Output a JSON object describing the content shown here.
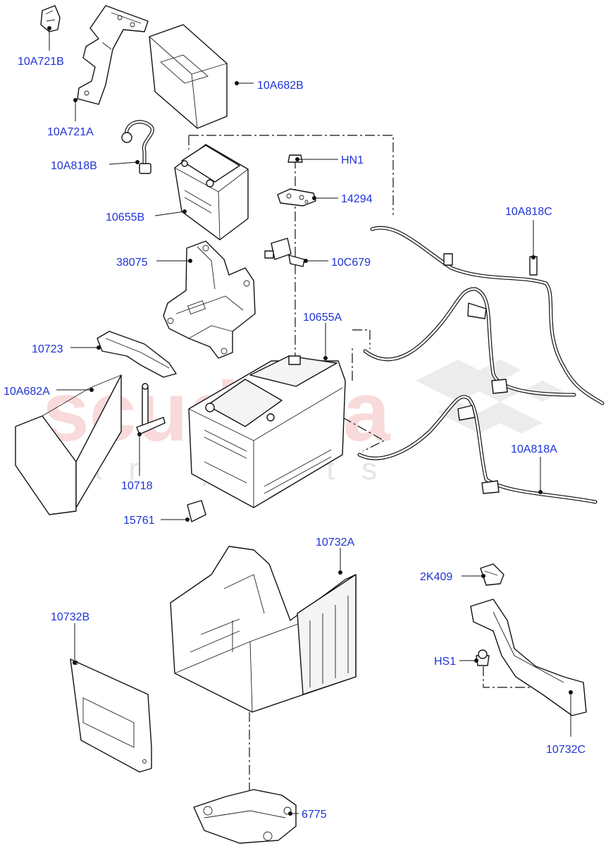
{
  "watermark": {
    "brand": "scuderia",
    "sub": "car parts"
  },
  "labels": {
    "p10A721B": "10A721B",
    "p10A721A": "10A721A",
    "p10A682B": "10A682B",
    "p10A818B": "10A818B",
    "pHN1": "HN1",
    "p14294": "14294",
    "p10655B": "10655B",
    "p10A818C": "10A818C",
    "p38075": "38075",
    "p10C679": "10C679",
    "p10655A": "10655A",
    "p10723": "10723",
    "p10A682A": "10A682A",
    "p10718": "10718",
    "p10A818A": "10A818A",
    "p15761": "15761",
    "p10732A": "10732A",
    "p2K409": "2K409",
    "p10732B": "10732B",
    "pHS1": "HS1",
    "p10732C": "10732C",
    "p6775": "6775"
  },
  "colors": {
    "label": "#1f33d6",
    "line": "#111111",
    "watermark": "#eb9696"
  }
}
